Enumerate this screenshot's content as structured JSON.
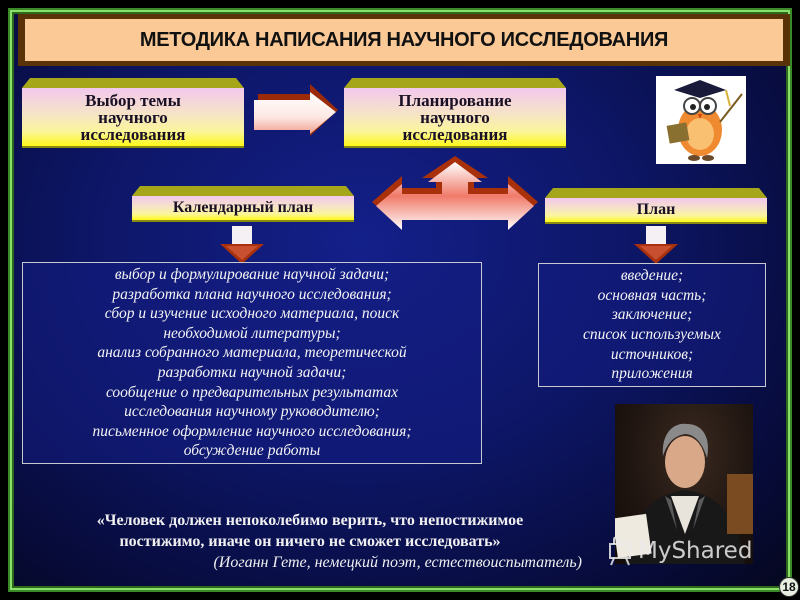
{
  "title": "МЕТОДИКА НАПИСАНИЯ НАУЧНОГО ИССЛЕДОВАНИЯ",
  "boxes": {
    "topic_choice": [
      "Выбор темы",
      "научного",
      "исследования"
    ],
    "planning": [
      "Планирование",
      "научного",
      "исследования"
    ],
    "calendar_plan": "Календарный план",
    "plan": "План"
  },
  "calendar_tasks": [
    "выбор и формулирование научной задачи;",
    "разработка плана научного исследования;",
    "сбор и изучение исходного материала, поиск",
    "необходимой литературы;",
    "анализ собранного материала, теоретической",
    "разработки научной задачи;",
    "сообщение о предварительных результатах",
    "исследования научному руководителю;",
    "письменное оформление научного исследования;",
    "обсуждение работы"
  ],
  "plan_contents": [
    "введение;",
    "основная часть;",
    "заключение;",
    "список используемых",
    "источников;",
    "приложения"
  ],
  "quote": {
    "line1": "«Человек должен непоколебимо верить, что непостижимое",
    "line2": "постижимо, иначе он ничего не сможет исследовать»",
    "author": "(Иоганн Гете, немецкий поэт, естествоиспытатель)"
  },
  "watermark": "MyShared",
  "page_number": "18",
  "colors": {
    "background": "#0d1666",
    "frame_green": "#8be06a",
    "title_bg": "#fbc996",
    "title_border": "#5a3208",
    "box_top": "#a6a61a",
    "arrow_red": "#b83a10"
  },
  "icons": {
    "owl": "owl-scholar-illustration",
    "portrait": "goethe-portrait"
  }
}
